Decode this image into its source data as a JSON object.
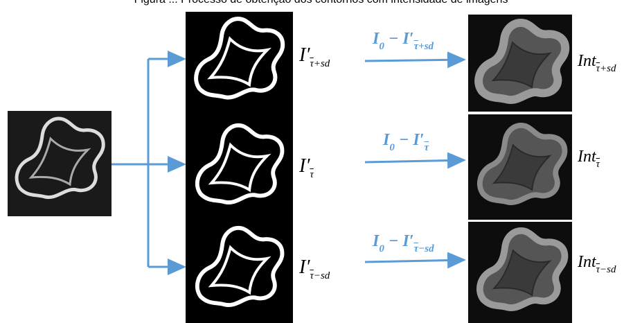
{
  "caption": "Figura ... Processo de obtenção dos contornos com intensidade de imagens",
  "colors": {
    "arrow": "#5b9bd5",
    "panel_bg": "#000000",
    "contour": "#ffffff"
  },
  "labels": {
    "mask_plus": {
      "base": "I′",
      "sub_tau": "τ",
      "sub_rest": "+sd"
    },
    "mask_mid": {
      "base": "I′",
      "sub_tau": "τ",
      "sub_rest": ""
    },
    "mask_minus": {
      "base": "I′",
      "sub_tau": "τ",
      "sub_rest": "−sd"
    },
    "diff_plus": {
      "base": "I",
      "base_sub": "0",
      "op": " − ",
      "term": "I′",
      "sub_tau": "τ",
      "sub_rest": "+sd"
    },
    "diff_mid": {
      "base": "I",
      "base_sub": "0",
      "op": " − ",
      "term": "I′",
      "sub_tau": "τ",
      "sub_rest": ""
    },
    "diff_minus": {
      "base": "I",
      "base_sub": "0",
      "op": " − ",
      "term": "I′",
      "sub_tau": "τ",
      "sub_rest": "−sd"
    },
    "int_plus": {
      "base": "Int",
      "sub_tau": "τ",
      "sub_rest": "+sd"
    },
    "int_mid": {
      "base": "Int",
      "sub_tau": "τ",
      "sub_rest": ""
    },
    "int_minus": {
      "base": "Int",
      "sub_tau": "τ",
      "sub_rest": "−sd"
    }
  }
}
